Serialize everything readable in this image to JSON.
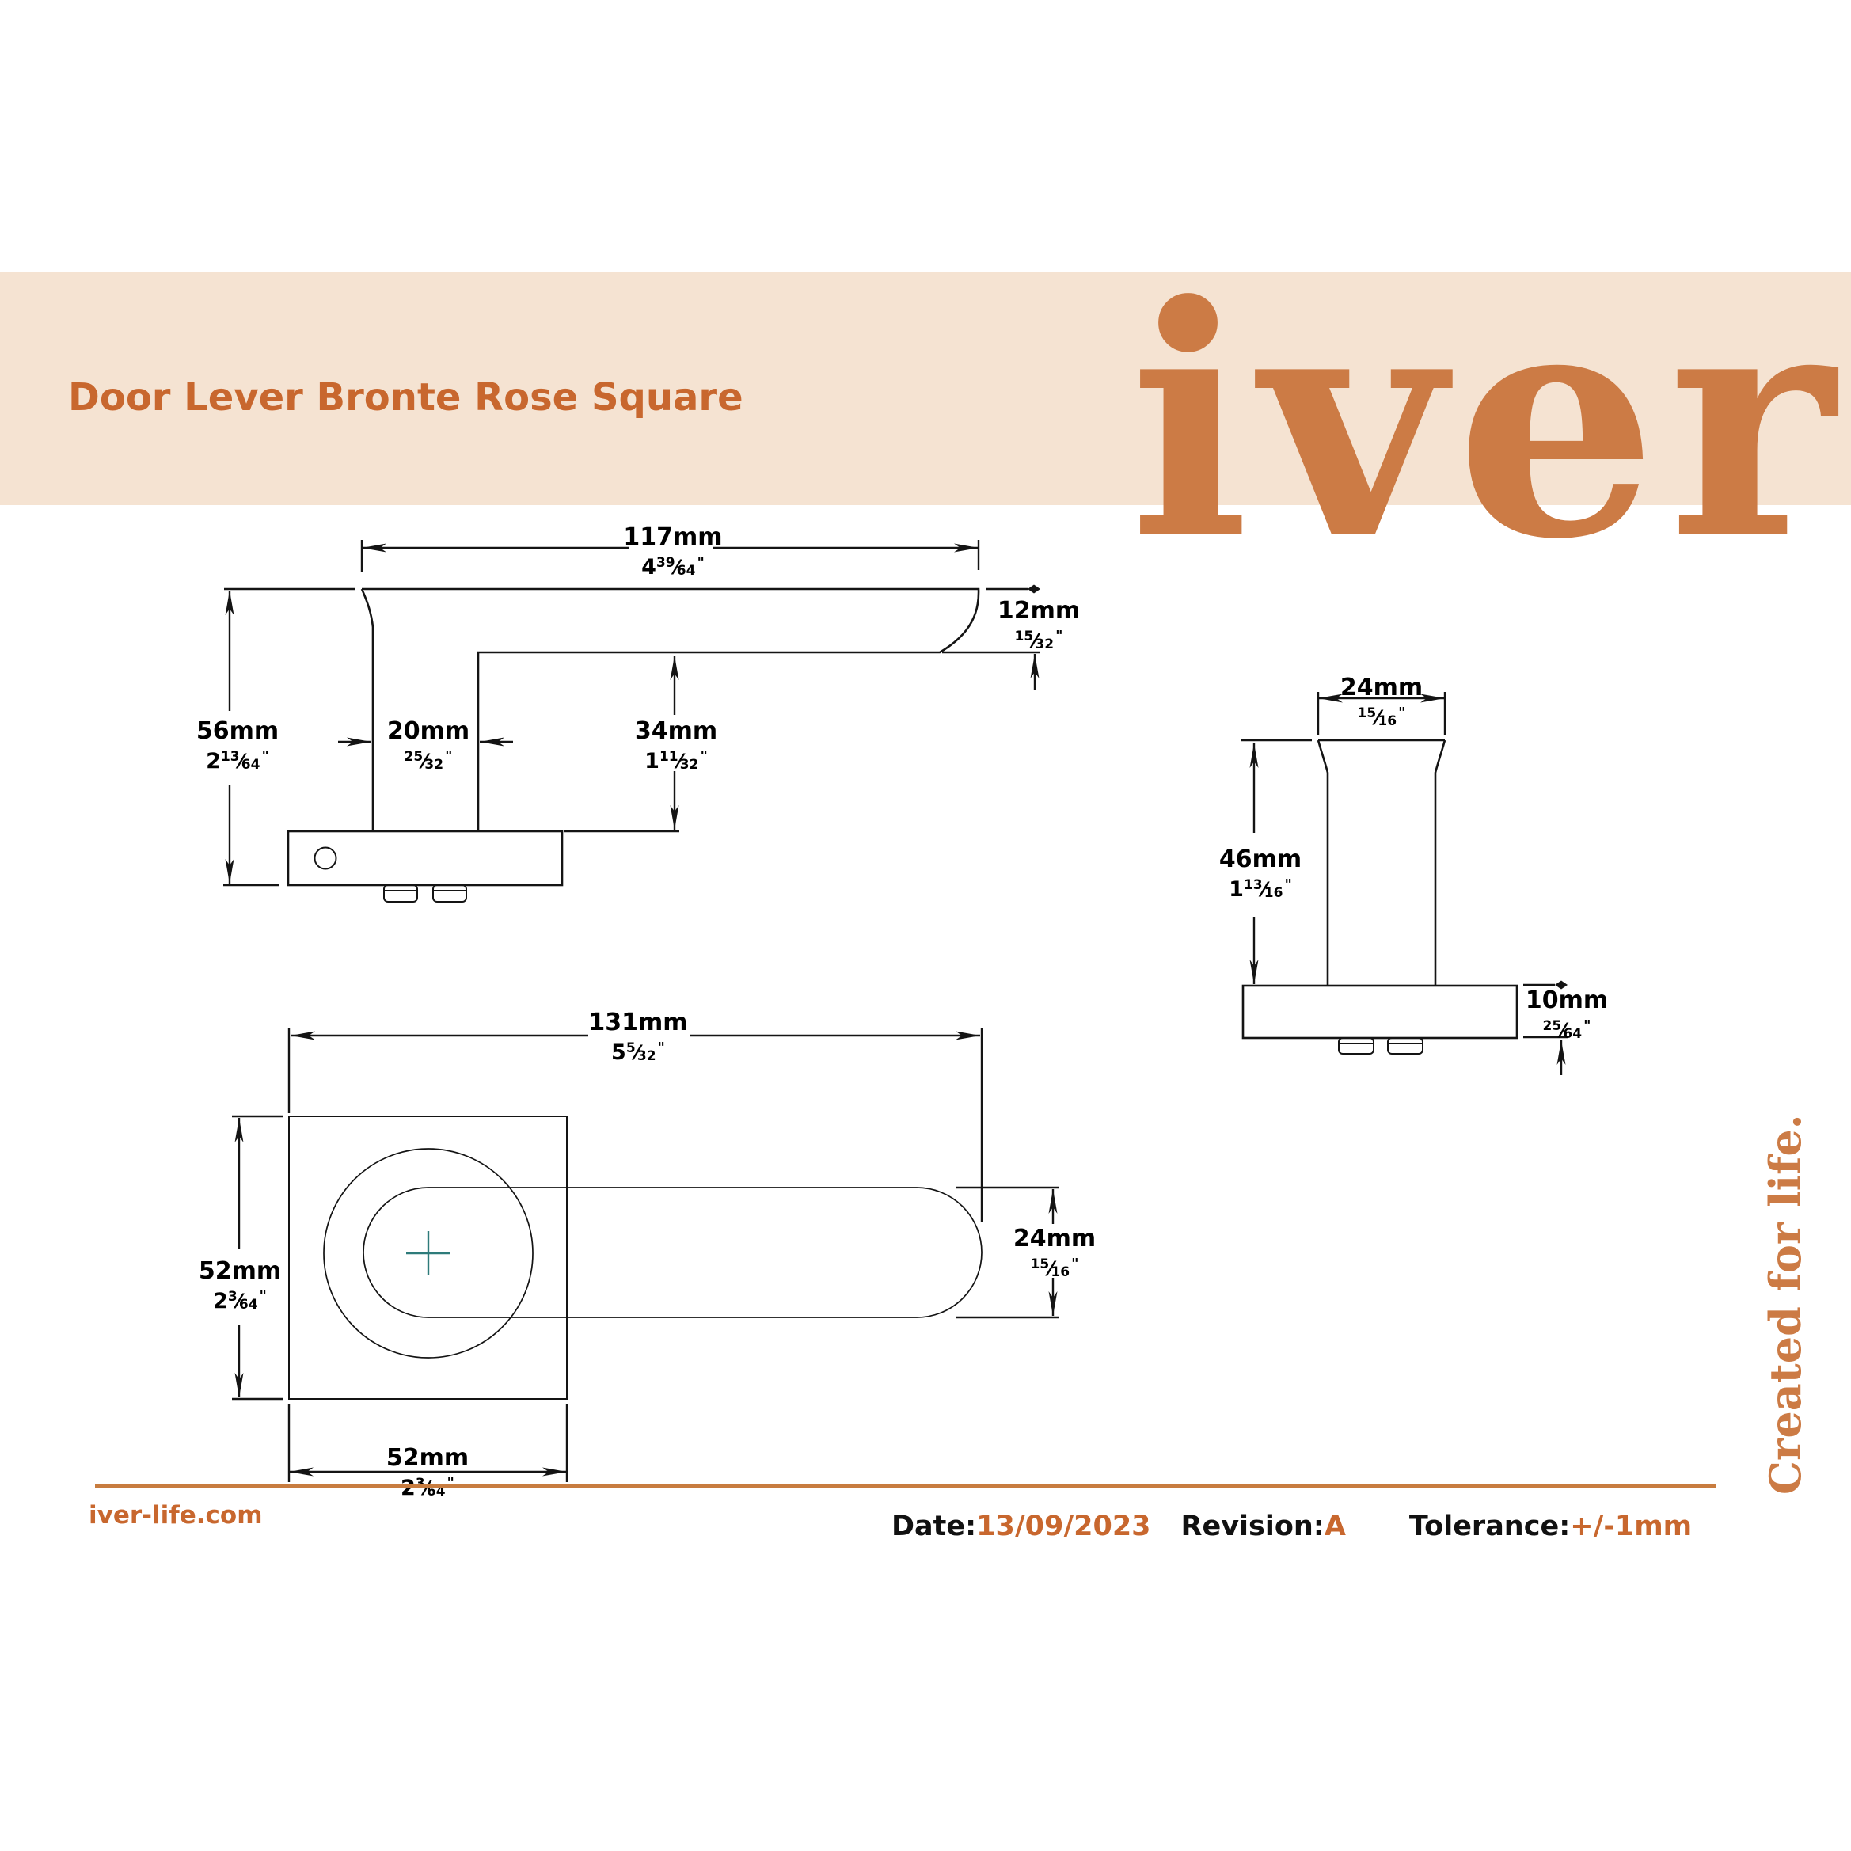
{
  "header": {
    "title": "Door Lever Bronte Rose Square",
    "logo_text": "iver"
  },
  "tagline": {
    "text": "Created for life."
  },
  "colors": {
    "banner-bg": "#f5e3d2",
    "accent": "#c8672e",
    "logo-color": "#cc7b45",
    "rule": "#c87c3f",
    "teal": "#2e7b7a",
    "line": "#141414"
  },
  "symbols": {
    "slash": "⁄",
    "inch": "\""
  },
  "dims": {
    "s117": {
      "mm": "117mm",
      "whole": "4",
      "num": "39",
      "den": "64"
    },
    "s12": {
      "mm": "12mm",
      "whole": "",
      "num": "15",
      "den": "32"
    },
    "s56": {
      "mm": "56mm",
      "whole": "2",
      "num": "13",
      "den": "64"
    },
    "s20": {
      "mm": "20mm",
      "whole": "",
      "num": "25",
      "den": "32"
    },
    "s34": {
      "mm": "34mm",
      "whole": "1",
      "num": "11",
      "den": "32"
    },
    "f24": {
      "mm": "24mm",
      "whole": "",
      "num": "15",
      "den": "16"
    },
    "f46": {
      "mm": "46mm",
      "whole": "1",
      "num": "13",
      "den": "16"
    },
    "f10": {
      "mm": "10mm",
      "whole": "",
      "num": "25",
      "den": "64"
    },
    "p131": {
      "mm": "131mm",
      "whole": "5",
      "num": "5",
      "den": "32"
    },
    "p52l": {
      "mm": "52mm",
      "whole": "2",
      "num": "3",
      "den": "64"
    },
    "p52b": {
      "mm": "52mm",
      "whole": "2",
      "num": "3",
      "den": "64"
    },
    "p24": {
      "mm": "24mm",
      "whole": "",
      "num": "15",
      "den": "16"
    }
  },
  "footer": {
    "website": "iver-life.com",
    "date_label": "Date:",
    "date_value": "13/09/2023",
    "revision_label": "Revision:",
    "revision_value": "A",
    "tolerance_label": "Tolerance:",
    "tolerance_value": "+/-1mm"
  }
}
